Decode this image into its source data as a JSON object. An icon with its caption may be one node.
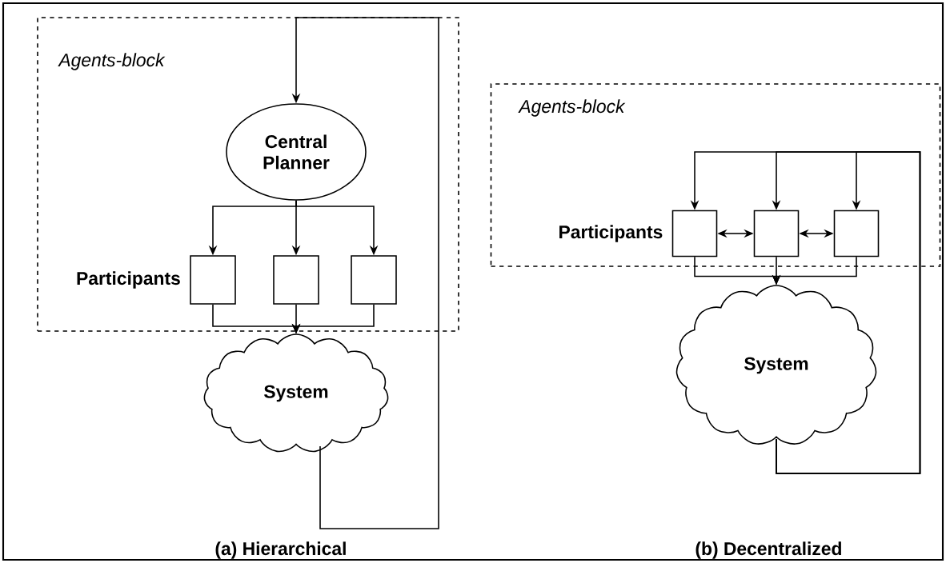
{
  "diagram": {
    "nodes": [
      {
        "text": [
          "Agents-block"
        ]
      },
      {
        "text": [
          "Central Planner"
        ],
        "in": 0
      },
      {
        "text": [],
        "shape": "box",
        "in": 0,
        "beside": [
          "Participants"
        ]
      },
      {
        "text": [],
        "shape": "box",
        "in": 0
      },
      {
        "text": [],
        "shape": "box",
        "in": 0
      },
      {
        "text": [
          "System"
        ]
      },
      {
        "text": [
          "Agents-block"
        ]
      },
      {
        "text": [],
        "shape": "box",
        "in": 6,
        "beside": [
          "Participants"
        ]
      },
      {
        "text": [],
        "shape": "box",
        "in": 6
      },
      {
        "text": [],
        "shape": "box",
        "in": 6
      },
      {
        "text": [
          "System"
        ]
      }
    ],
    "edges": [
      {
        "from": 1,
        "to": 2,
        "arrow": "to"
      },
      {
        "from": 1,
        "to": 3,
        "arrow": "to"
      },
      {
        "from": 1,
        "to": 4,
        "arrow": "to"
      },
      {
        "from": 2,
        "to": 5,
        "arrow": "to"
      },
      {
        "from": 3,
        "to": 5,
        "arrow": "to"
      },
      {
        "from": 4,
        "to": 5,
        "arrow": "to"
      },
      {
        "from": 5,
        "to": 1,
        "arrow": "to"
      },
      {
        "from": 10,
        "to": 7,
        "arrow": "to"
      },
      {
        "from": 10,
        "to": 8,
        "arrow": "to"
      },
      {
        "from": 10,
        "to": 9,
        "arrow": "to"
      },
      {
        "from": 7,
        "to": 8,
        "arrow": "both"
      },
      {
        "from": 8,
        "to": 9,
        "arrow": "both"
      },
      {
        "from": 7,
        "to": 10,
        "arrow": "to"
      },
      {
        "from": 8,
        "to": 10,
        "arrow": "to"
      },
      {
        "from": 9,
        "to": 10,
        "arrow": "to"
      }
    ],
    "labels": [
      "(a) Hierarchical",
      "(b) Decentralized"
    ]
  }
}
